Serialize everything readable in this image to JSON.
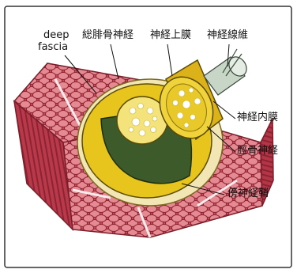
{
  "labels": {
    "deep": "deep",
    "fascia": "fascia",
    "common_peroneal_nerve": "総腓骨神経",
    "epineurium": "神経上膜",
    "nerve_fiber": "神経線維",
    "endoneurium": "神経内膜",
    "tibial_nerve": "脛骨神経",
    "perineurium": "傍神経鞘"
  },
  "colors": {
    "muscle": "#b83a4a",
    "muscle_light": "#d9707a",
    "fascia_ring": "#f3e6b0",
    "yellow": "#e7c51c",
    "dark_green": "#3c5a2a",
    "nerve_fiber": "#c8d6c8"
  }
}
